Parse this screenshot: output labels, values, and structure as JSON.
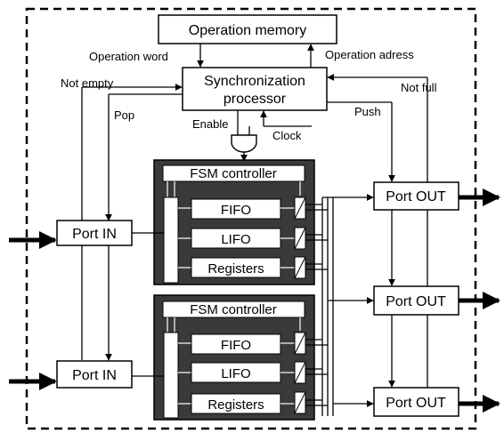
{
  "memory": {
    "label": "Operation memory"
  },
  "sync": {
    "line1": "Synchronization",
    "line2": "processor"
  },
  "signals": {
    "operation_word": "Operation word",
    "operation_address": "Operation adress",
    "not_empty": "Not empty",
    "not_full": "Not full",
    "pop": "Pop",
    "push": "Push",
    "enable": "Enable",
    "clock": "Clock"
  },
  "blocks": [
    {
      "fsm": "FSM controller",
      "fifo": "FIFO",
      "lifo": "LIFO",
      "registers": "Registers"
    },
    {
      "fsm": "FSM controller",
      "fifo": "FIFO",
      "lifo": "LIFO",
      "registers": "Registers"
    }
  ],
  "ports_in": [
    {
      "label": "Port IN"
    },
    {
      "label": "Port IN"
    }
  ],
  "ports_out": [
    {
      "label": "Port OUT"
    },
    {
      "label": "Port OUT"
    },
    {
      "label": "Port OUT"
    }
  ]
}
